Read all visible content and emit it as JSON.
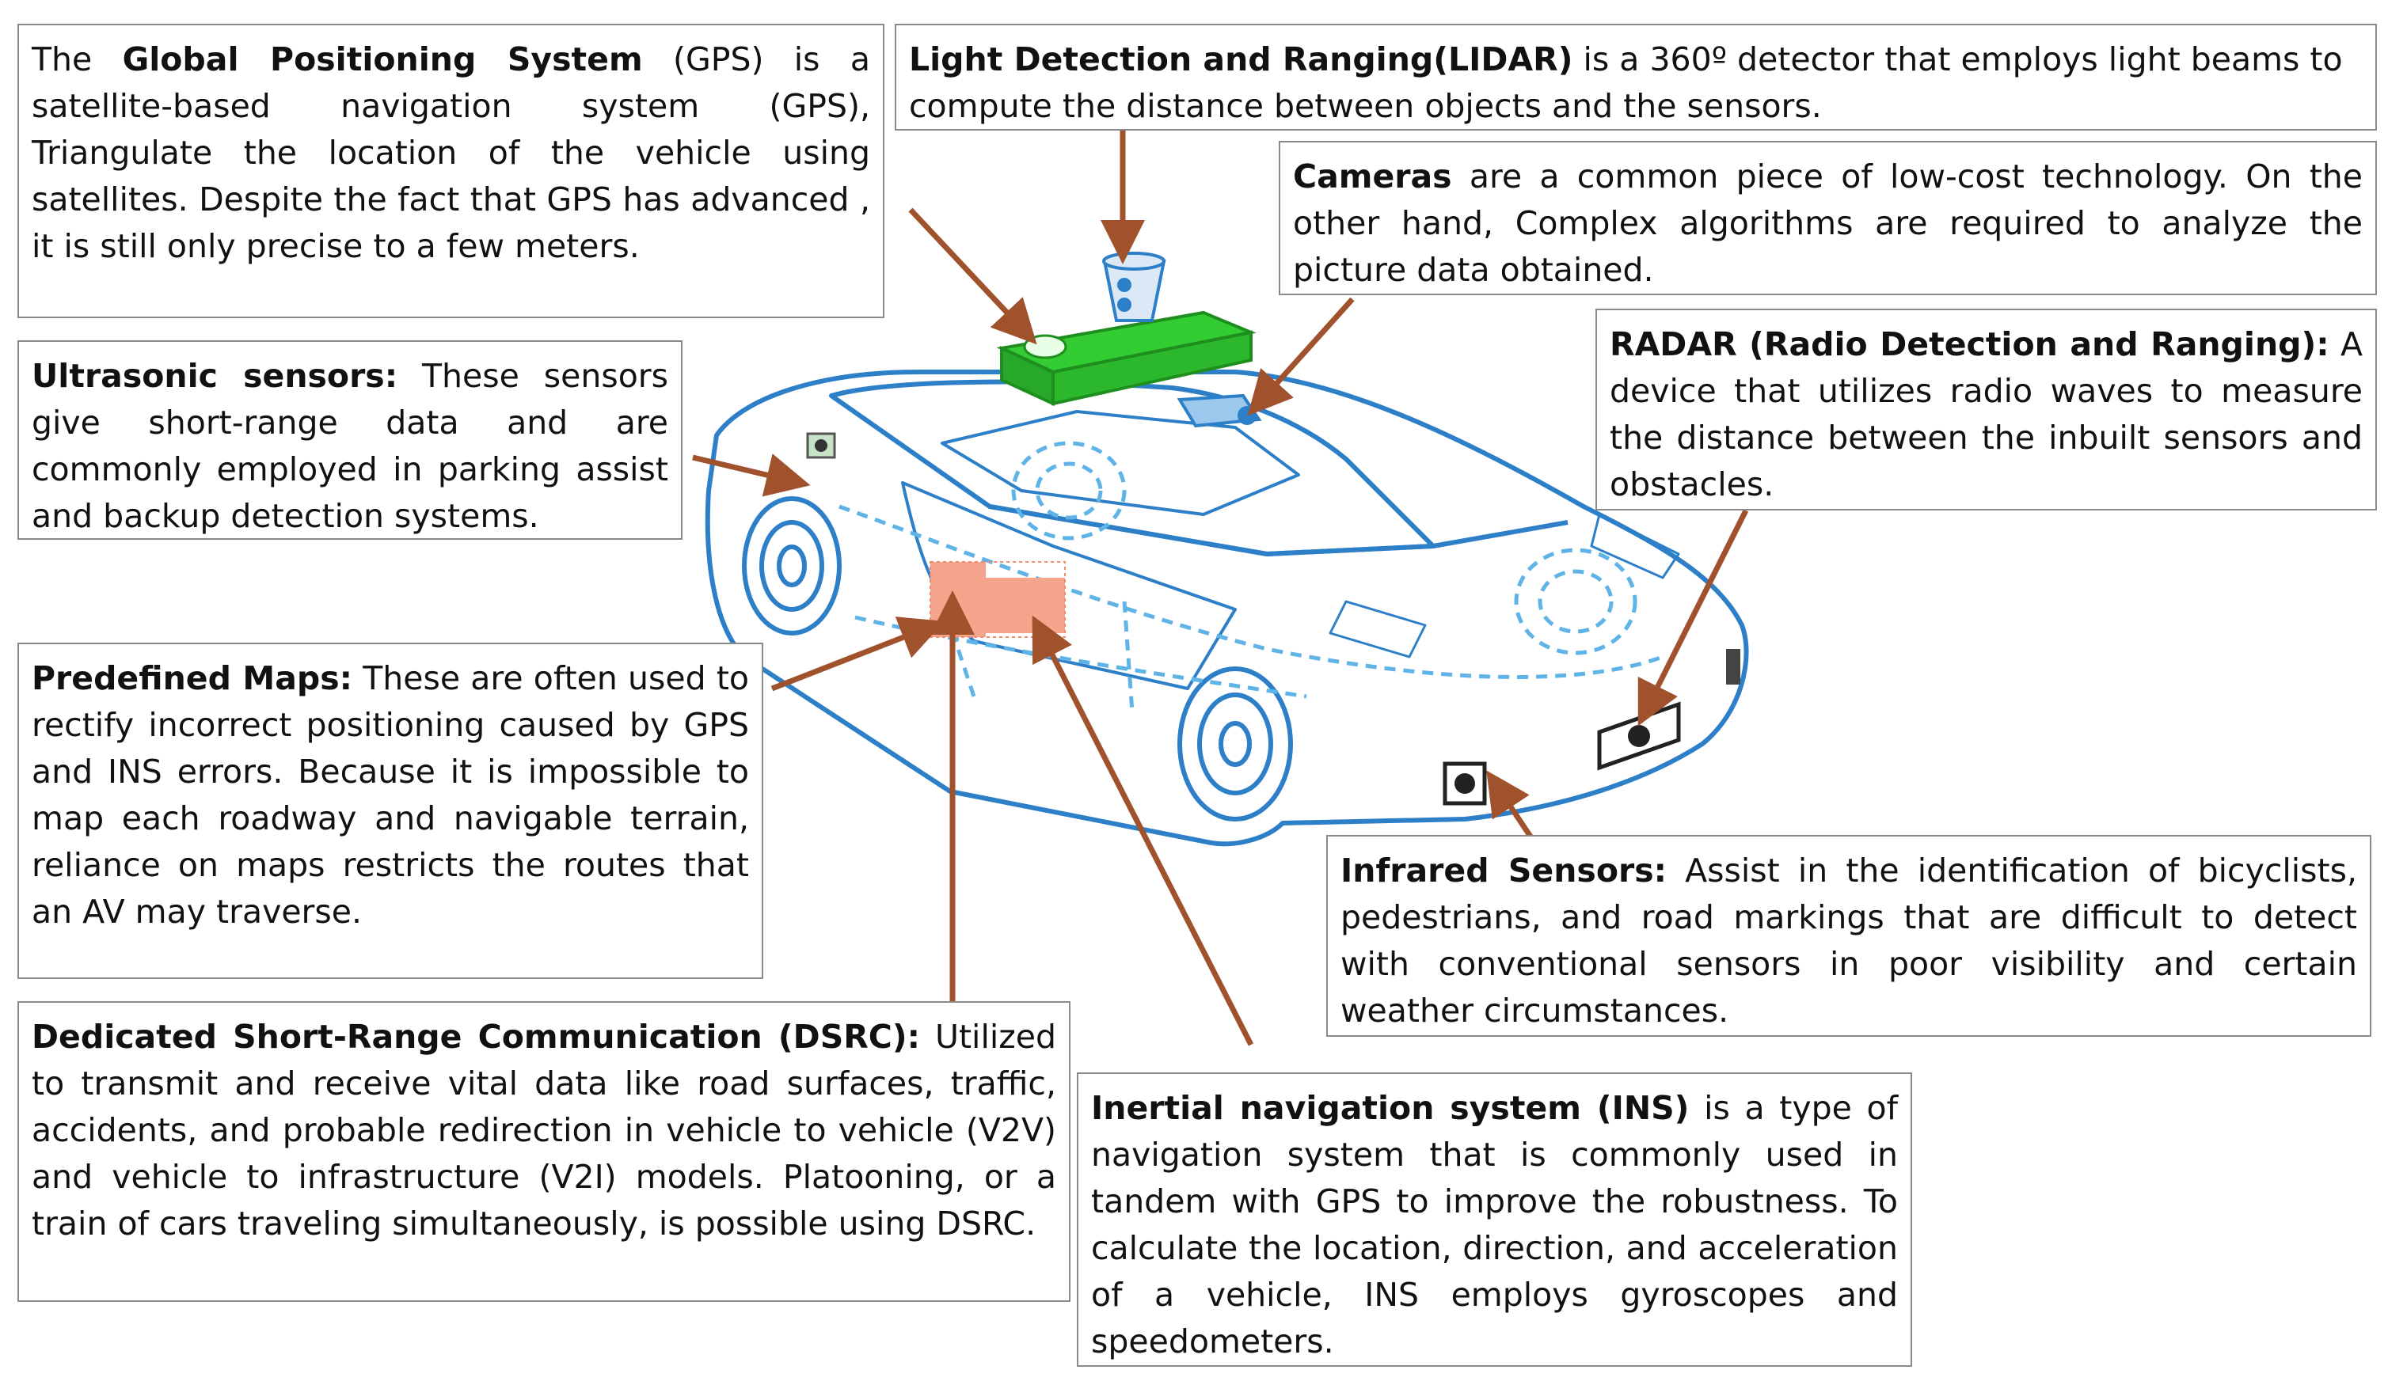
{
  "colors": {
    "arrow": "#a0522d",
    "car_outline": "#2d7fc8",
    "car_dash": "#5fb3e6",
    "lidar_mount": "#33cc33",
    "ins_block": "#f4a58c",
    "box_border": "#8a8a8a"
  },
  "callouts": {
    "gps": {
      "title": "Global Positioning System",
      "pre": "The ",
      "post": " (GPS) is a satellite-based navigation system (GPS), Triangulate the location of the vehicle using satellites. Despite the fact that GPS has advanced , it is still only precise to a few meters."
    },
    "lidar": {
      "title": "Light Detection and Ranging(LIDAR)",
      "post": " is a 360º detector that employs light beams to compute the distance between objects and the sensors."
    },
    "cameras": {
      "title": "Cameras",
      "post": " are a common piece of low-cost technology. On the other hand, Complex algorithms are required to analyze the picture data obtained."
    },
    "ultrasonic": {
      "title": "Ultrasonic sensors:",
      "post": " These sensors give short-range data and are commonly employed in parking assist and backup detection systems."
    },
    "radar": {
      "title": "RADAR (Radio Detection and Ranging):",
      "post": " A device that utilizes radio waves to measure the distance between the inbuilt sensors and obstacles."
    },
    "maps": {
      "title": "Predefined Maps:",
      "post": " These are often used to rectify incorrect positioning caused by GPS and INS errors. Because it is impossible to map each roadway and navigable terrain, reliance on maps restricts the routes that an AV may traverse."
    },
    "infrared": {
      "title": "Infrared Sensors:",
      "post": " Assist in the identification of bicyclists, pedestrians, and road markings that are difficult to detect with conventional sensors in poor visibility and certain weather circumstances."
    },
    "dsrc": {
      "title": "Dedicated Short-Range Communication (DSRC):",
      "post": " Utilized to transmit and receive vital data like road surfaces, traffic, accidents, and probable redirection in vehicle to vehicle (V2V) and vehicle to infrastructure (V2I) models. Platooning, or a train of cars traveling simultaneously, is possible using DSRC."
    },
    "ins": {
      "title": "Inertial navigation system (INS)",
      "post": " is a type of navigation system that is commonly used in tandem with GPS to improve the robustness. To calculate the location, direction, and acceleration of a vehicle, INS employs gyroscopes and speedometers."
    }
  }
}
